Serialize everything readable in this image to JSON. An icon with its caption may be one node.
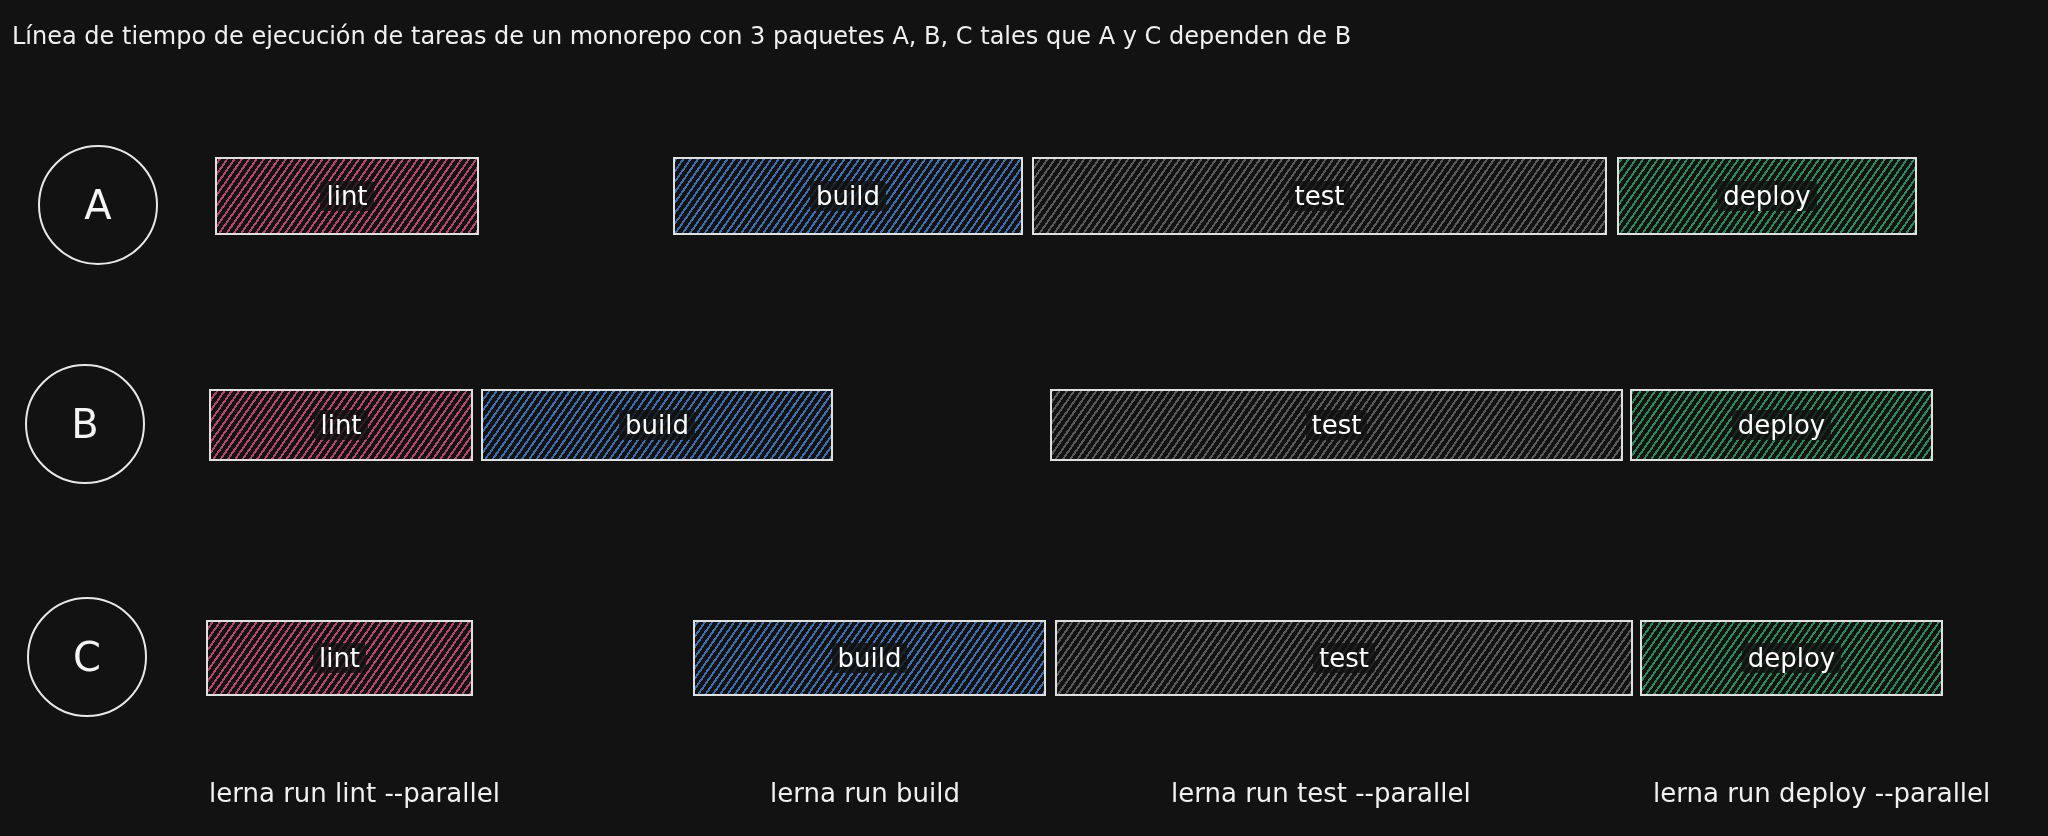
{
  "diagram": {
    "title": "Línea de tiempo de ejecución de tareas de un monorepo con 3 paquetes A, B, C tales que A y C dependen de B",
    "nodes": [
      {
        "text": [
          "A"
        ]
      },
      {
        "text": [
          "lint"
        ]
      },
      {
        "text": [
          "build"
        ]
      },
      {
        "text": [
          "test"
        ]
      },
      {
        "text": [
          "deploy"
        ]
      },
      {
        "text": [
          "B"
        ]
      },
      {
        "text": [
          "lint"
        ]
      },
      {
        "text": [
          "build"
        ]
      },
      {
        "text": [
          "test"
        ]
      },
      {
        "text": [
          "deploy"
        ]
      },
      {
        "text": [
          "C"
        ]
      },
      {
        "text": [
          "lint"
        ]
      },
      {
        "text": [
          "build"
        ]
      },
      {
        "text": [
          "test"
        ]
      },
      {
        "text": [
          "deploy"
        ]
      }
    ],
    "labels": [
      "lerna run lint --parallel",
      "lerna run build",
      "lerna run test --parallel",
      "lerna run deploy --parallel"
    ]
  }
}
